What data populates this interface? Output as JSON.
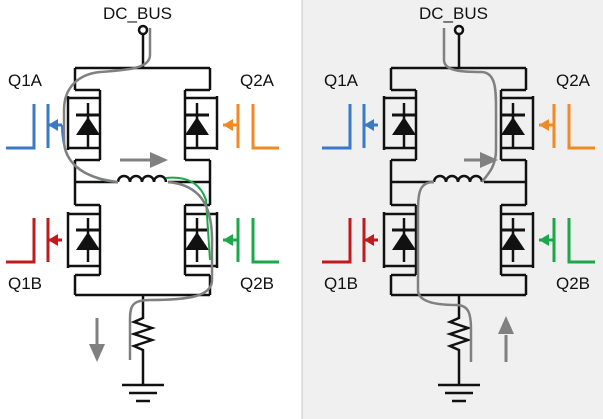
{
  "panels": [
    {
      "id": "left",
      "labels": {
        "bus": "DC_BUS",
        "q1a": "Q1A",
        "q2a": "Q2A",
        "q1b": "Q1B",
        "q2b": "Q2B"
      },
      "background": "#ffffff",
      "current_arrow_direction": "down",
      "inductor_arrow_direction": "right"
    },
    {
      "id": "right",
      "labels": {
        "bus": "DC_BUS",
        "q1a": "Q1A",
        "q2a": "Q2A",
        "q1b": "Q1B",
        "q2b": "Q2B"
      },
      "background": "#f0f0f0",
      "current_arrow_direction": "up",
      "inductor_arrow_direction": "right"
    }
  ],
  "colors": {
    "wire": "#111111",
    "current_path": "#808080",
    "q1a": "#3a78c8",
    "q2a": "#f08a24",
    "q1b": "#c21a1a",
    "q2b": "#1aa84a",
    "divider": "#c8c8c8"
  },
  "icons": [
    "mosfet-icon",
    "diode-icon",
    "inductor-icon",
    "resistor-icon",
    "ground-icon",
    "arrow-icon"
  ]
}
